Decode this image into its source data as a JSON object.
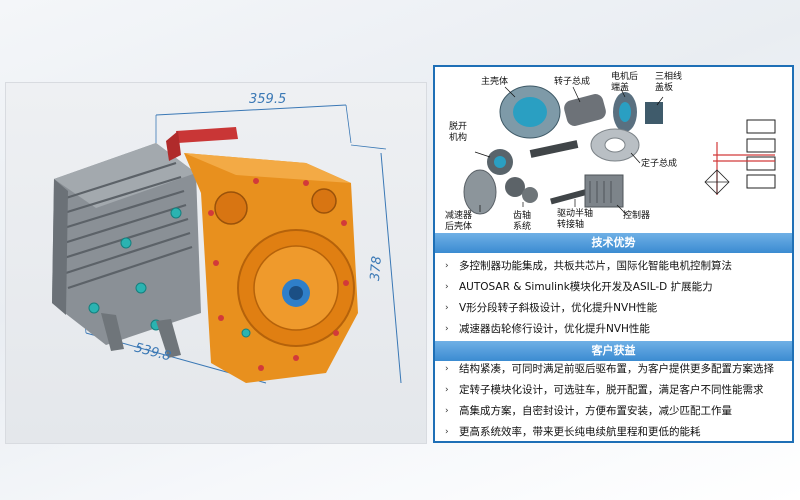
{
  "drawing": {
    "dimensions": [
      "359.5",
      "378",
      "539.8"
    ]
  },
  "diagram": {
    "labels": {
      "main_housing": "主壳体",
      "rotor_assembly": "转子总成",
      "motor_rear_cover_1": "电机后",
      "motor_rear_cover_2": "端盖",
      "three_phase_cover_1": "三相线",
      "three_phase_cover_2": "盖板",
      "disconnect_1": "脱开",
      "disconnect_2": "机构",
      "stator_assembly": "定子总成",
      "reducer_rear_1": "减速器",
      "reducer_rear_2": "后壳体",
      "gear_system_1": "齿轴",
      "gear_system_2": "系统",
      "drive_shaft_1": "驱动半轴",
      "drive_shaft_2": "转接轴",
      "controller": "控制器"
    }
  },
  "tech": {
    "title": "技术优势",
    "items": [
      "多控制器功能集成，共板共芯片，国际化智能电机控制算法",
      "AUTOSAR & Simulink模块化开发及ASIL-D 扩展能力",
      "V形分段转子斜极设计，优化提升NVH性能",
      "减速器齿轮修行设计，优化提升NVH性能"
    ]
  },
  "benefit": {
    "title": "客户获益",
    "items": [
      "结构紧凑，可同时满足前驱后驱布置，为客户提供更多配置方案选择",
      "定转子模块化设计，可选驻车，脱开配置，满足客户不同性能需求",
      "高集成方案，自密封设计，方便布置安装，减少匹配工作量",
      "更高系统效率，带来更长纯电续航里程和更低的能耗"
    ]
  },
  "colors": {
    "accent": "#1e6fb6",
    "housing_orange": "#e8901e",
    "motor_gray": "#7d8389",
    "bolt_teal": "#2bb3b1",
    "bolt_red": "#d23a3a"
  }
}
